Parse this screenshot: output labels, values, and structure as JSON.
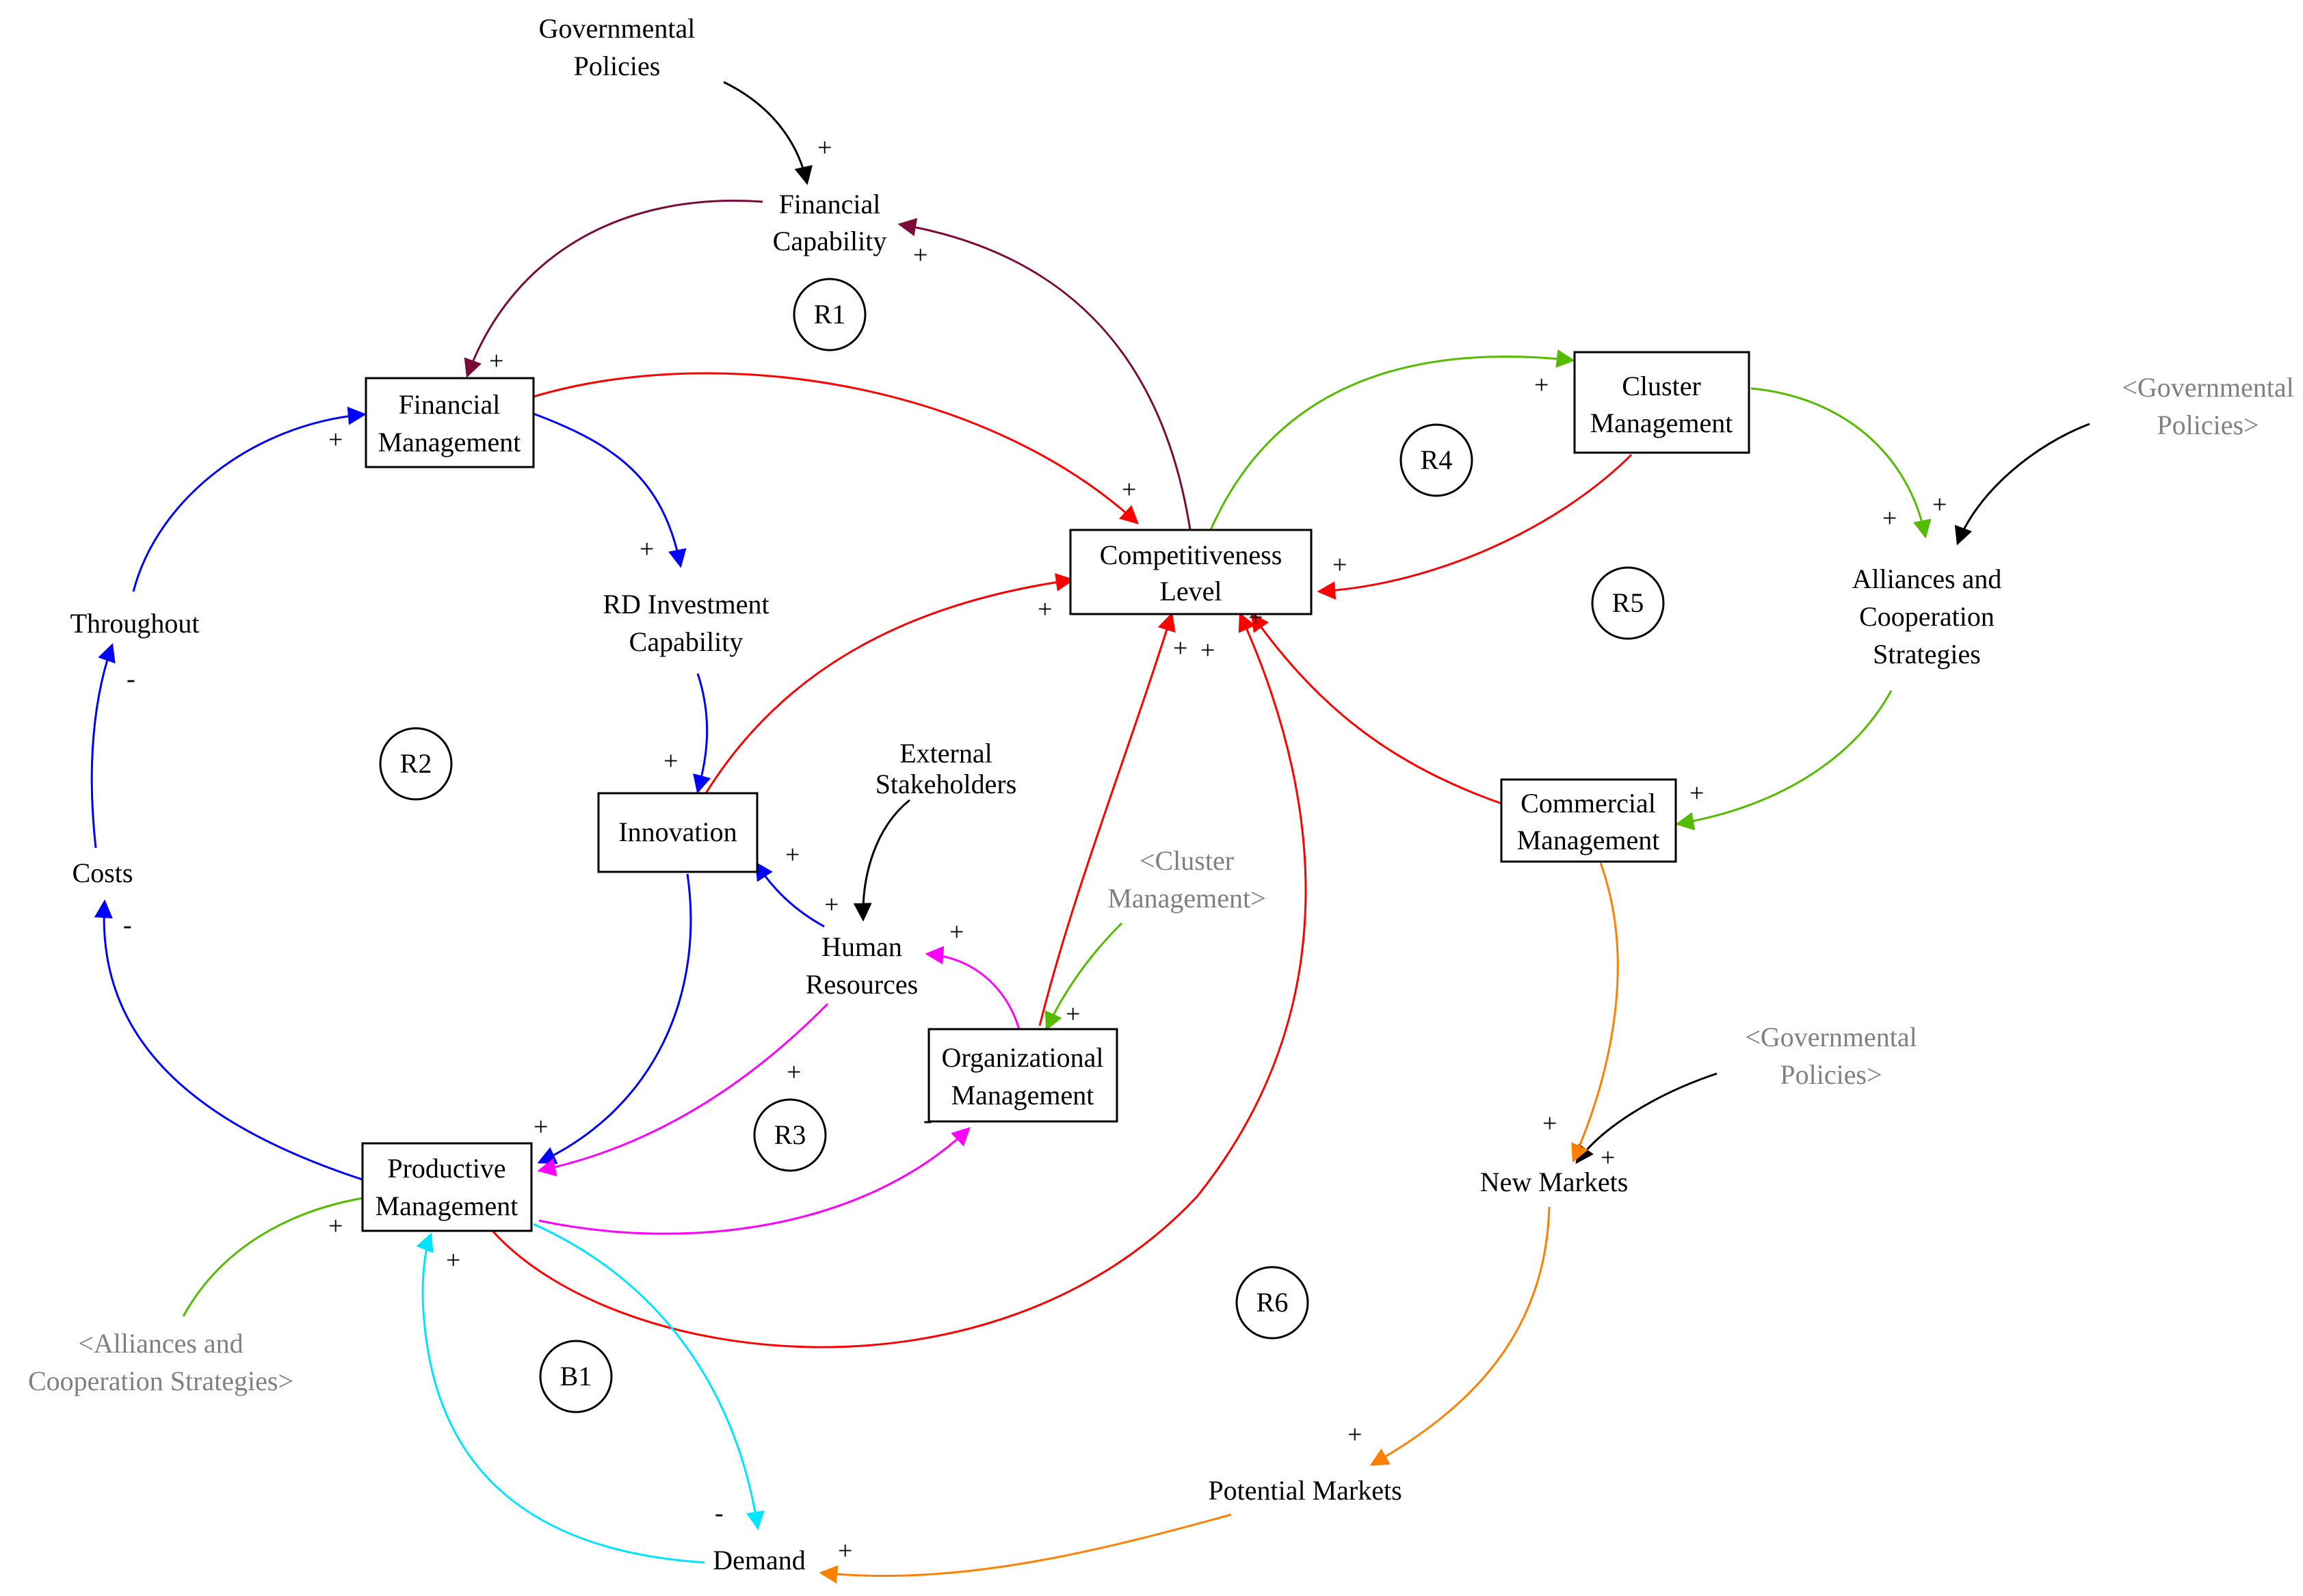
{
  "colors": {
    "black": "#000000",
    "maroon": "#7a0a3a",
    "red": "#ff0000",
    "blue": "#0000ff",
    "green": "#55bb00",
    "magenta": "#ff00ff",
    "cyan": "#00e5ff",
    "orange": "#ff8000",
    "gray": "#808080"
  },
  "nodes": {
    "gov_policies": {
      "line1": "Governmental",
      "line2": "Policies"
    },
    "financial_capability": {
      "line1": "Financial",
      "line2": "Capability"
    },
    "financial_management": {
      "line1": "Financial",
      "line2": "Management"
    },
    "rd_investment": {
      "line1": "RD Investment",
      "line2": "Capability"
    },
    "competitiveness": {
      "line1": "Competitiveness",
      "line2": "Level"
    },
    "cluster_management": {
      "line1": "Cluster",
      "line2": "Management"
    },
    "gov_policies_shadow_1": {
      "line1": "<Governmental",
      "line2": "Policies>"
    },
    "alliances": {
      "line1": "Alliances and",
      "line2": "Cooperation",
      "line3": "Strategies"
    },
    "throughout": {
      "line1": "Throughout"
    },
    "innovation": {
      "line1": "Innovation"
    },
    "external_stakeholders": {
      "line1": "External",
      "line2": "Stakeholders"
    },
    "commercial_management": {
      "line1": "Commercial",
      "line2": "Management"
    },
    "costs": {
      "line1": "Costs"
    },
    "human_resources": {
      "line1": "Human",
      "line2": "Resources"
    },
    "cluster_shadow": {
      "line1": "<Cluster",
      "line2": "Management>"
    },
    "organizational_management": {
      "line1": "Organizational",
      "line2": "Management"
    },
    "gov_policies_shadow_2": {
      "line1": "<Governmental",
      "line2": "Policies>"
    },
    "productive_management": {
      "line1": "Productive",
      "line2": "Management"
    },
    "new_markets": {
      "line1": "New Markets"
    },
    "alliances_shadow": {
      "line1": "<Alliances and",
      "line2": "Cooperation Strategies>"
    },
    "potential_markets": {
      "line1": "Potential Markets"
    },
    "demand": {
      "line1": "Demand"
    }
  },
  "loops": [
    "R1",
    "R2",
    "R3",
    "R4",
    "R5",
    "R6",
    "B1"
  ],
  "polarity": {
    "plus": "+",
    "minus": "-"
  }
}
